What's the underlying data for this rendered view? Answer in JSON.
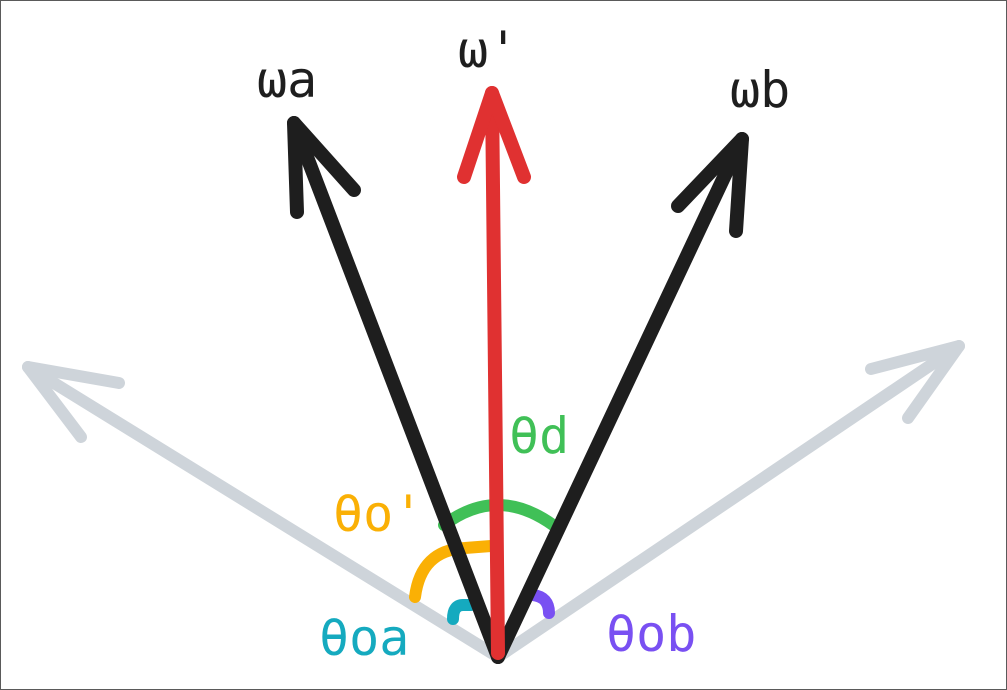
{
  "labels": {
    "wa": "ωa",
    "w_prime": "ω'",
    "wb": "ωb",
    "theta_d": "θd",
    "theta_o_prime": "θo'",
    "theta_oa": "θoa",
    "theta_ob": "θob"
  },
  "colors": {
    "background": "#ffffff",
    "border": "#5a5a5a",
    "black_vectors": "#1e1e1e",
    "red_vector": "#e03131",
    "gray_vectors": "#ced4da",
    "green": "#40c057",
    "orange": "#fab005",
    "teal": "#15aabf",
    "purple": "#7950f2"
  },
  "icons": {
    "vector_arrow": "arrow-icon"
  }
}
